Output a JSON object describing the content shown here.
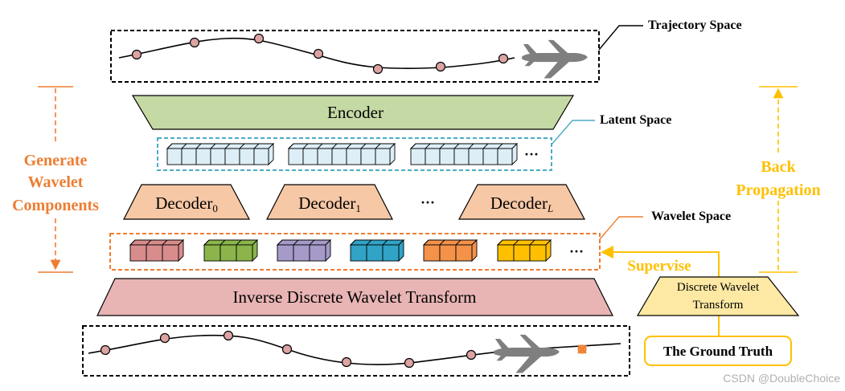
{
  "labels": {
    "trajectory_space": "Trajectory Space",
    "encoder": "Encoder",
    "latent_space": "Latent Space",
    "decoder_word": "Decoder",
    "decoder_sub_0": "0",
    "decoder_sub_1": "1",
    "decoder_sub_L": "L",
    "decoder_ellipsis": "···",
    "latent_ellipsis": "···",
    "wavelet_ellipsis": "···",
    "wavelet_space": "Wavelet Space",
    "idwt": "Inverse Discrete Wavelet Transform",
    "generate_line1": "Generate",
    "generate_line2": "Wavelet",
    "generate_line3": "Components",
    "back_line1": "Back",
    "back_line2": "Propagation",
    "supervise": "Supervise",
    "dwt_line1": "Discrete Wavelet",
    "dwt_line2": "Transform",
    "ground_truth": "The Ground Truth",
    "watermark": "CSDN @DoubleChoice"
  },
  "colors": {
    "encoder_fill": "#c5d9a5",
    "decoder_fill": "#f7c8a5",
    "idwt_fill": "#e8b4b4",
    "dwt_fill": "#fde9a3",
    "latent_cube": "#ddeef7",
    "generate_orange": "#ed7d31",
    "back_yellow": "#ffc000",
    "latent_box_blue": "#4bacc6",
    "point_fill": "#dca3a3",
    "airplane_gray": "#7f7f7f",
    "wavelet_groups": [
      "#d98c8c",
      "#8bb54a",
      "#a59ac8",
      "#31a3c6",
      "#f4924a",
      "#ffc000"
    ]
  },
  "icons": {
    "airplane": "airplane-icon",
    "cross_marker": "cross-icon"
  }
}
